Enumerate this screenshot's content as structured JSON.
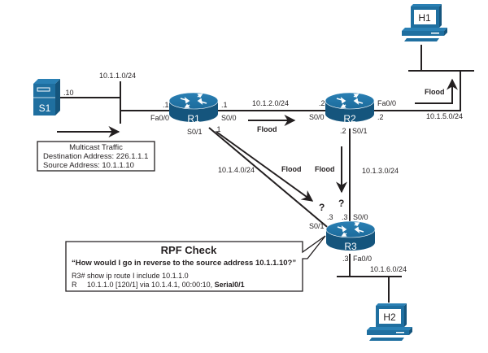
{
  "colors": {
    "device_blue": "#1f6fa0",
    "device_dark": "#15557d",
    "line": "#231f20",
    "host_screen": "#ffffff"
  },
  "devices": {
    "s1": {
      "label": "S1",
      "icon": "server-icon"
    },
    "r1": {
      "label": "R1",
      "icon": "router-icon"
    },
    "r2": {
      "label": "R2",
      "icon": "router-icon"
    },
    "r3": {
      "label": "R3",
      "icon": "router-icon"
    },
    "h1": {
      "label": "H1",
      "icon": "workstation-icon"
    },
    "h2": {
      "label": "H2",
      "icon": "workstation-icon"
    }
  },
  "subnets": {
    "net1": "10.1.1.0/24",
    "net2": "10.1.2.0/24",
    "net3": "10.1.3.0/24",
    "net4": "10.1.4.0/24",
    "net5": "10.1.5.0/24",
    "net6": "10.1.6.0/24"
  },
  "interfaces": {
    "s1_host": ".10",
    "r1_fa00_ip": ".1",
    "r1_fa00": "Fa0/0",
    "r1_s00_ip": ".1",
    "r1_s00": "S0/0",
    "r1_s01_ip": ".1",
    "r1_s01": "S0/1",
    "r2_s00_ip": ".2",
    "r2_s00": "S0/0",
    "r2_fa00": "Fa0/0",
    "r2_fa00_ip": ".2",
    "r2_s01_ip": ".2",
    "r2_s01": "S0/1",
    "r3_s01_ip": ".3",
    "r3_s01": "S0/1",
    "r3_s00_ip": ".3",
    "r3_s00": "S0/0",
    "r3_fa00_ip": ".3",
    "r3_fa00": "Fa0/0"
  },
  "flows": {
    "flood_r1_r2": "Flood",
    "flood_r2_h1": "Flood",
    "flood_r1_r3": "Flood",
    "flood_r2_r3": "Flood",
    "question_1": "?",
    "question_2": "?"
  },
  "multicast_box": {
    "title": "Multicast Traffic",
    "destination": "Destination Address: 226.1.1.1",
    "source": "Source Address: 10.1.1.10"
  },
  "rpf_box": {
    "title": "RPF Check",
    "question": "“How would I go in reverse to the source address 10.1.1.10?”",
    "command": "R3# show ip route I include 10.1.1.0",
    "route_prefix": "R     10.1.1.0 [120/1] via 10.1.4.1, 00:00:10, ",
    "route_iface": "Serial0/1"
  }
}
